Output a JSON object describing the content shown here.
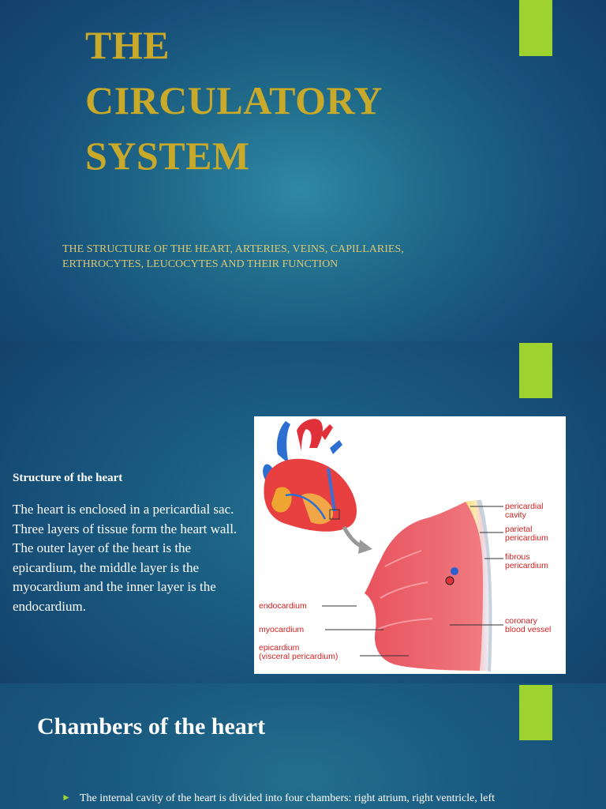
{
  "colors": {
    "accent": "#9ed22e",
    "title": "#c9a92a",
    "subtitle": "#d6c878",
    "text": "#ffffff"
  },
  "slide1": {
    "title_lines": [
      "THE",
      "CIRCULATORY",
      "SYSTEM"
    ],
    "subtitle_lines": [
      "THE STRUCTURE OF THE HEART, ARTERIES, VEINS, CAPILLARIES,",
      "ERTHROCYTES, LEUCOCYTES AND THEIR FUNCTION"
    ]
  },
  "slide2": {
    "heading": "Structure of the  heart",
    "body": "The heart is enclosed in a pericardial sac. Three layers of tissue form the heart wall. The outer layer of the heart is the epicardium, the middle layer is the myocardium and the inner layer is the endocardium.",
    "figure": {
      "labels": {
        "pericardial_cavity": [
          "pericardial",
          "cavity"
        ],
        "parietal_pericardium": [
          "parietal",
          "pericardium"
        ],
        "fibrous_pericardium": [
          "fibrous",
          "pericardium"
        ],
        "coronary_blood_vessel": [
          "coronary",
          "blood vessel"
        ],
        "endocardium": [
          "endocardium"
        ],
        "myocardium": [
          "myocardium"
        ],
        "epicardium": [
          "epicardium",
          "(visceral pericardium)"
        ]
      }
    }
  },
  "slide3": {
    "heading": "Chambers of the heart",
    "bullet_icon": "triangle-bullet-icon",
    "bullet_text": "The internal cavity of the heart is divided into four chambers: right atrium, right ventricle, left atrium and left ventricle."
  }
}
